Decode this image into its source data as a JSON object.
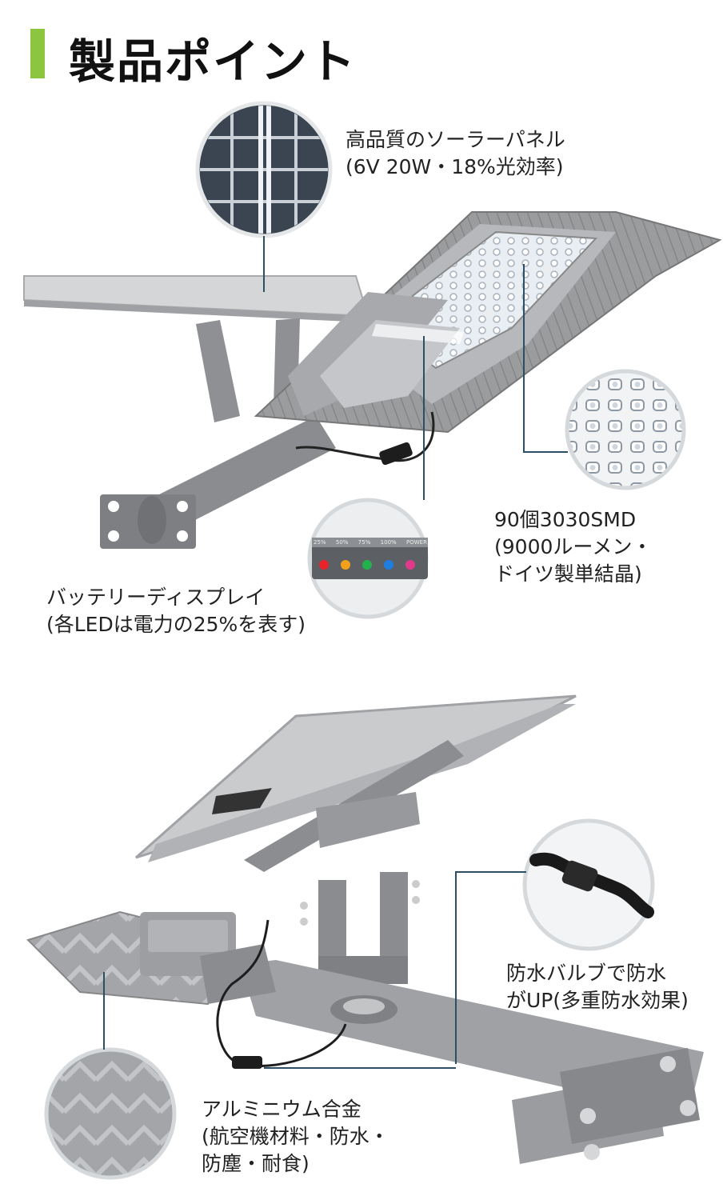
{
  "header": {
    "title": "製品ポイント"
  },
  "features": {
    "solar_panel": {
      "line1": "高品質のソーラーパネル",
      "line2": "(6V 20W・18%光効率)"
    },
    "led": {
      "line1": "90個3030SMD",
      "line2": "(9000ルーメン・",
      "line3": "ドイツ製単結晶)"
    },
    "battery": {
      "line1": "バッテリーディスプレイ",
      "line2": "(各LEDは電力の25%を表す)",
      "indicator_labels": [
        "25%",
        "50%",
        "75%",
        "100%",
        "POWER"
      ]
    },
    "waterproof": {
      "line1": "防水バルブで防水",
      "line2": "がUP(多重防水効果)"
    },
    "aluminum": {
      "line1": "アルミニウム合金",
      "line2": "(航空機材料・防水・",
      "line3": "防塵・耐食)"
    }
  },
  "colors": {
    "accent": "#8cc63f",
    "callout_line": "#2d4f63",
    "body_gray": "#8d8f91",
    "panel_gray": "#c7c9cb"
  },
  "battery_led_colors": [
    "#e8232a",
    "#f4a11a",
    "#22b14c",
    "#1e7fe0",
    "#e23a8a"
  ]
}
